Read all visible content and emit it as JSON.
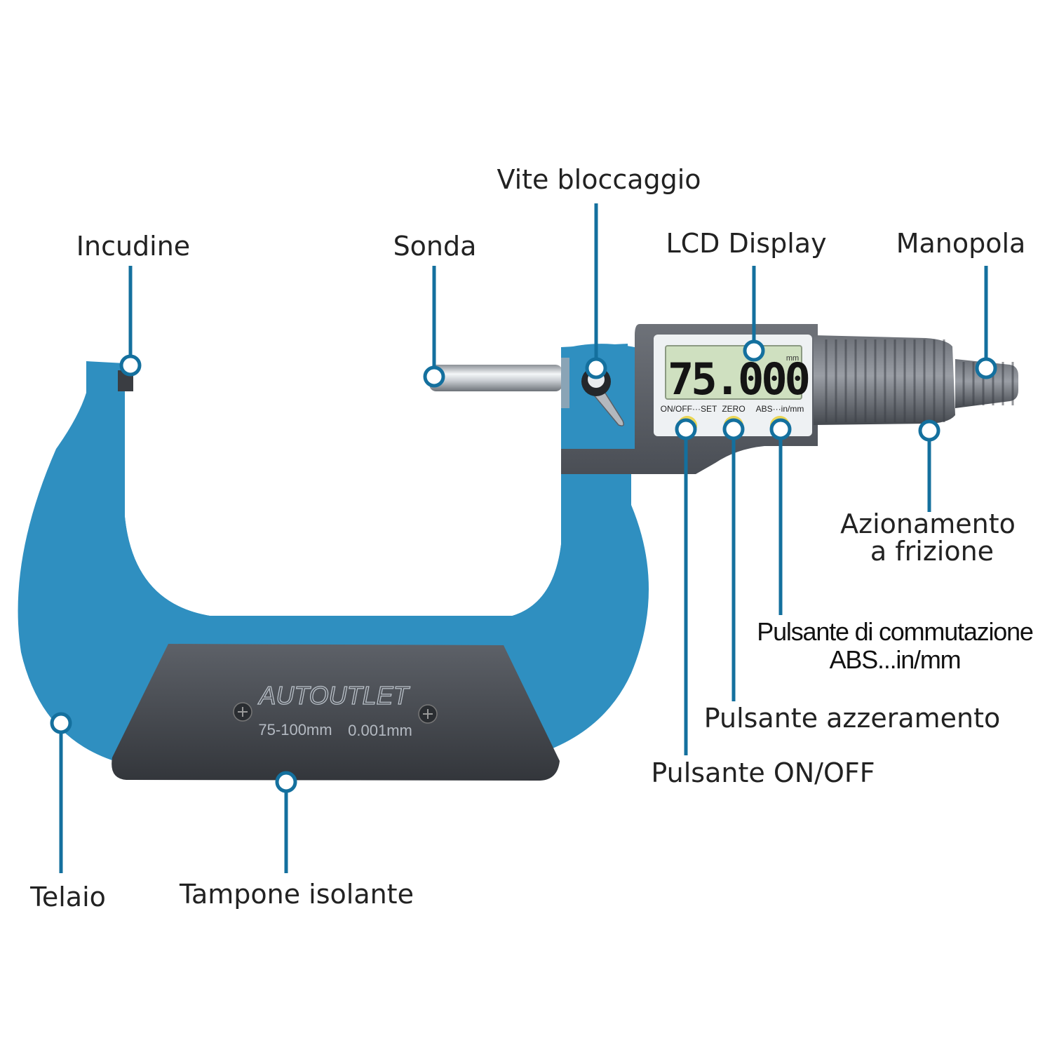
{
  "labels": {
    "anvil": "Incudine",
    "spindle": "Sonda",
    "lock_screw": "Vite bloccaggio",
    "lcd_display": "LCD Display",
    "thimble_knob": "Manopola",
    "friction_drive_line1": "Azionamento",
    "friction_drive_line2": "a frizione",
    "abs_button_line1": "Pulsante di commutazione",
    "abs_button_line2": "ABS...in/mm",
    "zero_button": "Pulsante azzeramento",
    "power_button": "Pulsante ON/OFF",
    "frame": "Telaio",
    "insulating_pad": "Tampone isolante"
  },
  "device": {
    "lcd_reading": "75.000",
    "lcd_unit": "mm",
    "buttons": [
      "ON/OFF···SET",
      "ZERO",
      "ABS···in/mm"
    ],
    "brand": "AUTOUTLET",
    "range": "75-100mm",
    "resolution": "0.001mm"
  },
  "colors": {
    "frame_blue": "#2f8fc0",
    "leader_blue": "#14709e",
    "body_grey": "#5b5f66",
    "lcd_green": "#cfe0c0"
  }
}
